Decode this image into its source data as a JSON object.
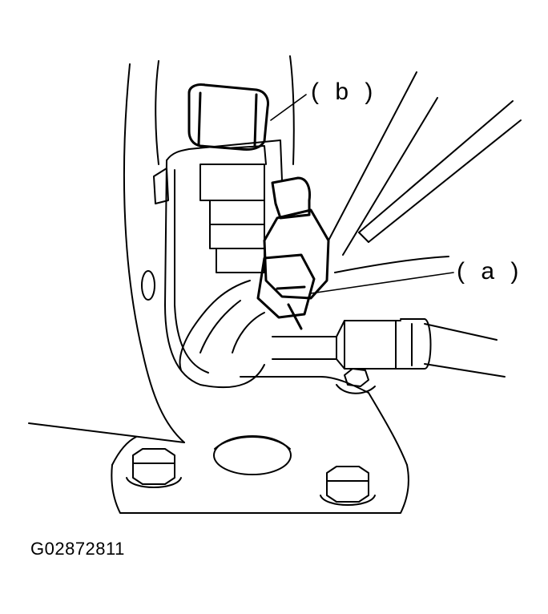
{
  "diagram": {
    "callouts": [
      {
        "id": "b",
        "label": "( b )"
      },
      {
        "id": "a",
        "label": "( a )"
      }
    ],
    "figure_id": "G02872811",
    "colors": {
      "line": "#000000",
      "background": "#ffffff"
    }
  }
}
